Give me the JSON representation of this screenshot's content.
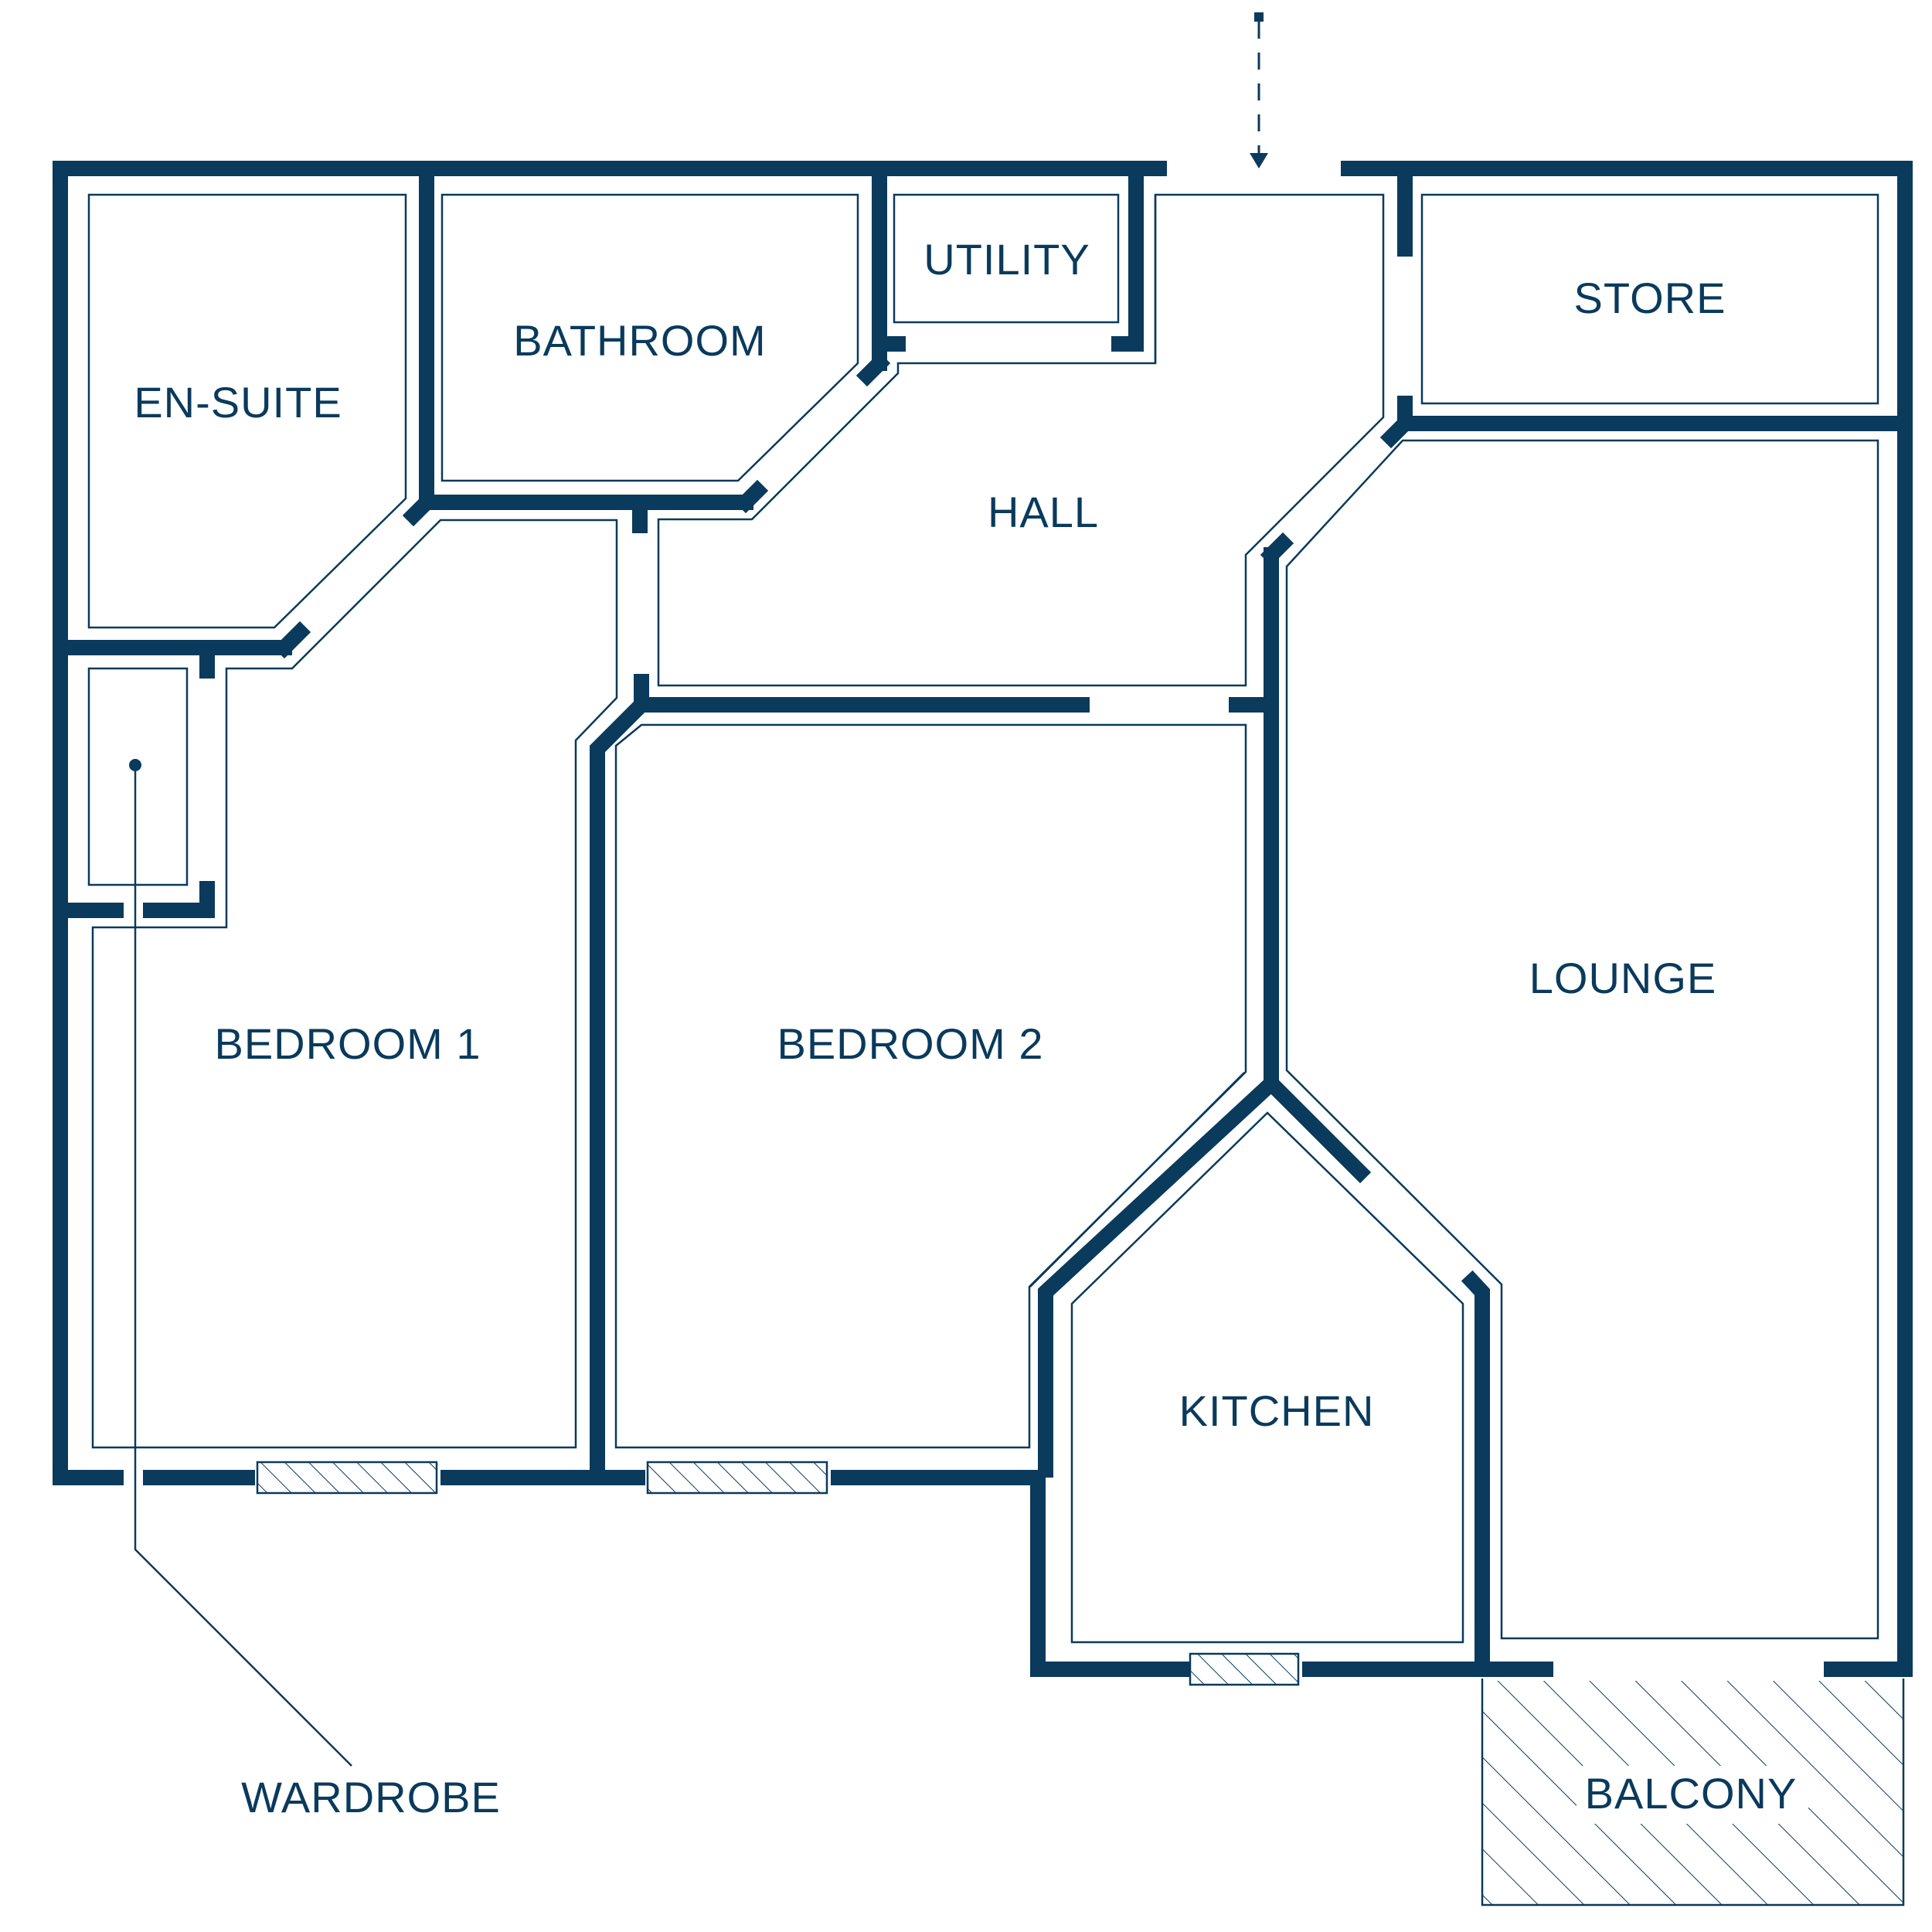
{
  "rooms": {
    "en_suite": "EN-SUITE",
    "bathroom": "BATHROOM",
    "utility": "UTILITY",
    "store": "STORE",
    "hall": "HALL",
    "bedroom_1": "BEDROOM 1",
    "bedroom_2": "BEDROOM 2",
    "lounge": "LOUNGE",
    "kitchen": "KITCHEN",
    "balcony": "BALCONY",
    "wardrobe": "WARDROBE"
  },
  "colors": {
    "wall": "#0a3a5c",
    "background": "#ffffff"
  }
}
